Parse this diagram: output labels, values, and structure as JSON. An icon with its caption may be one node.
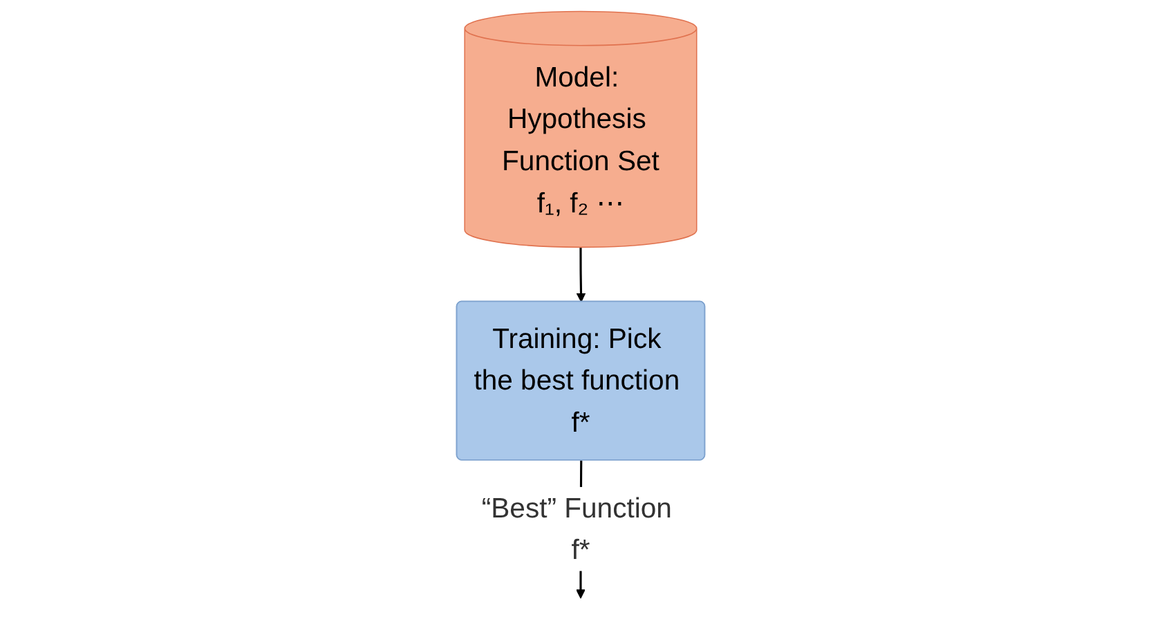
{
  "diagram": {
    "nodes": [
      {
        "text": [
          "Model: Hypothesis Function Set",
          "f₁, f₂ ⋯"
        ]
      },
      {
        "text": [
          "Training: Pick the best function f*"
        ]
      }
    ],
    "edges": [
      {
        "from": 0,
        "to": 1,
        "arrow": "to"
      },
      {
        "from": 1,
        "to": null,
        "arrow": "to",
        "label": "“Best” Function f*"
      }
    ]
  }
}
